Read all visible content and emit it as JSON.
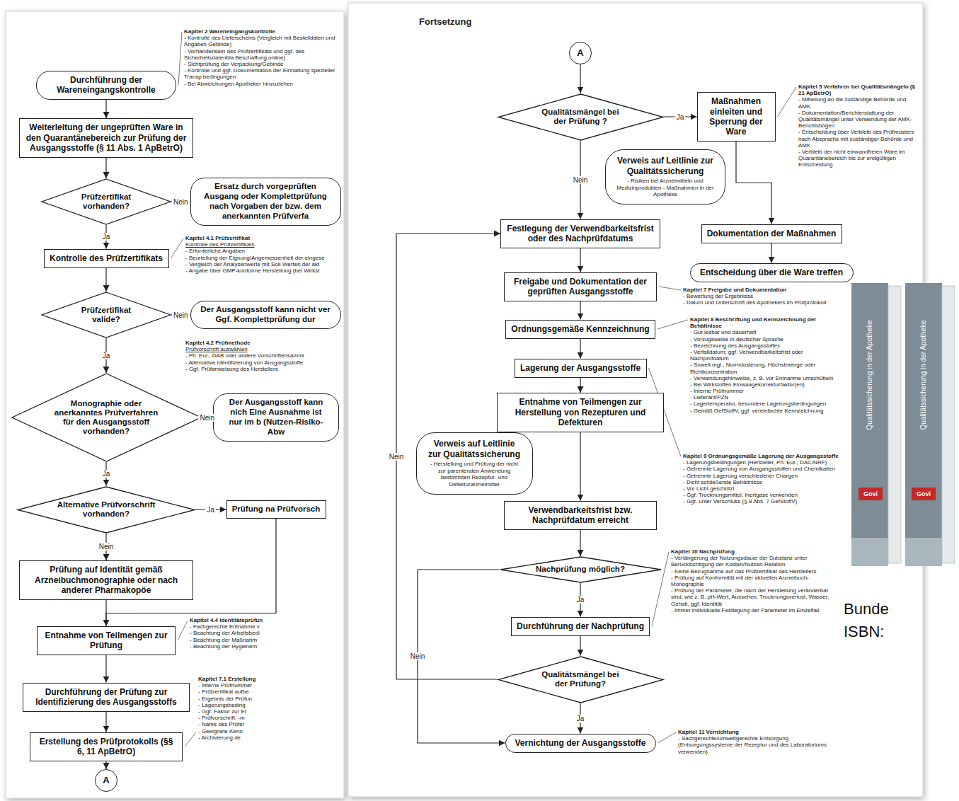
{
  "diagram": {
    "nodes": [
      {
        "text": [
          "Durchführung der Wareneingangskontrolle"
        ]
      },
      {
        "text": [
          "Weiterleitung der ungeprüften Ware in den Quarantänebereich zur Prüfung der Ausgangsstoffe (§ 11 Abs. 1 ApBetrO)"
        ]
      },
      {
        "text": [
          "Prüfzertifikat vorhanden?"
        ]
      },
      {
        "text": [
          "Ersatz durch vorgeprüften Ausgang oder Komplettprüfung nach Vorgaben der bzw. dem anerkannten Prüfverfa"
        ]
      },
      {
        "text": [
          "Kontrolle des Prüfzertifikats"
        ]
      },
      {
        "text": [
          "Prüfzertifikat valide?"
        ]
      },
      {
        "text": [
          "Der Ausgangsstoff kann nicht ver Ggf. Komplettprüfung dur"
        ]
      },
      {
        "text": [
          "Monographie oder anerkanntes Prüfverfahren für den Ausgangsstoff vorhanden?"
        ]
      },
      {
        "text": [
          "Der Ausgangsstoff kann nich Eine Ausnahme ist nur im b (Nutzen-Risiko-Abw"
        ]
      },
      {
        "text": [
          "Alternative Prüfvorschrift vorhanden?"
        ]
      },
      {
        "text": [
          "Prüfung na Prüfvorsch"
        ]
      },
      {
        "text": [
          "Prüfung auf Identität gemäß Arzneibuchmonographie oder nach anderer Pharmakopöe"
        ]
      },
      {
        "text": [
          "Entnahme von Teilmengen zur Prüfung"
        ]
      },
      {
        "text": [
          "Durchführung der Prüfung zur Identifizierung des Ausgangsstoffs"
        ]
      },
      {
        "text": [
          "Erstellung des Prüfprotokolls (§§ 6, 11 ApBetrO)"
        ]
      },
      {
        "text": [
          "A"
        ]
      },
      {
        "text": [
          "A"
        ]
      },
      {
        "text": [
          "Qualitätsmängel bei der Prüfung ?"
        ]
      },
      {
        "text": [
          "Maßnahmen einleiten und Sperrung der Ware"
        ]
      },
      {
        "text": [
          "Verweis auf Leitlinie zur Qualitätssicherung",
          "- Risiken bei Arzneimitteln und Medizinprodukten - Maßnahmen in der Apotheke"
        ]
      },
      {
        "text": [
          "Dokumentation der Maßnahmen"
        ]
      },
      {
        "text": [
          "Entscheidung über die Ware treffen"
        ]
      },
      {
        "text": [
          "Festlegung der Verwendbarkeitsfrist oder des Nachprüfdatums"
        ]
      },
      {
        "text": [
          "Freigabe und Dokumentation der geprüften Ausgangsstoffe"
        ]
      },
      {
        "text": [
          "Ordnungsgemäße Kennzeichnung"
        ]
      },
      {
        "text": [
          "Lagerung der Ausgangsstoffe"
        ]
      },
      {
        "text": [
          "Entnahme von Teilmengen zur Herstellung von Rezepturen und Defekturen"
        ]
      },
      {
        "text": [
          "Verweis auf Leitlinie zur Qualitätssicherung",
          "- Herstellung und Prüfung der nicht zur parenteralen Anwendung bestimmten Rezeptur- und Defekturarzneimittel"
        ]
      },
      {
        "text": [
          "Verwendbarkeitsfrist bzw. Nachprüfdatum erreicht"
        ]
      },
      {
        "text": [
          "Nachprüfung möglich?"
        ]
      },
      {
        "text": [
          "Durchführung der Nachprüfung"
        ]
      },
      {
        "text": [
          "Qualitätsmängel bei der Prüfung?"
        ]
      },
      {
        "text": [
          "Vernichtung der Ausgangsstoffe"
        ]
      }
    ],
    "edges": [
      {
        "from": 0,
        "to": 1,
        "arrow": "to"
      },
      {
        "from": 1,
        "to": 2,
        "arrow": "to"
      },
      {
        "from": 2,
        "to": 3,
        "label": "Nein",
        "arrow": "to"
      },
      {
        "from": 2,
        "to": 4,
        "label": "Ja",
        "arrow": "to"
      },
      {
        "from": 4,
        "to": 5,
        "arrow": "to"
      },
      {
        "from": 5,
        "to": 6,
        "label": "Nein",
        "arrow": "to"
      },
      {
        "from": 5,
        "to": 7,
        "label": "Ja",
        "arrow": "to"
      },
      {
        "from": 7,
        "to": 8,
        "label": "Nein",
        "arrow": "to"
      },
      {
        "from": 7,
        "to": 9,
        "label": "Ja",
        "arrow": "to"
      },
      {
        "from": 9,
        "to": 10,
        "label": "Ja",
        "arrow": "to"
      },
      {
        "from": 9,
        "to": 11,
        "label": "Nein",
        "arrow": "to"
      },
      {
        "from": 11,
        "to": 12,
        "arrow": "to"
      },
      {
        "from": 10,
        "to": 12,
        "arrow": "to"
      },
      {
        "from": 12,
        "to": 13,
        "arrow": "to"
      },
      {
        "from": 13,
        "to": 14,
        "arrow": "to"
      },
      {
        "from": 14,
        "to": 15,
        "arrow": "to"
      },
      {
        "from": 16,
        "to": 17,
        "arrow": "to"
      },
      {
        "from": 17,
        "to": 18,
        "label": "Ja",
        "arrow": "to"
      },
      {
        "from": 18,
        "to": 20,
        "arrow": "to"
      },
      {
        "from": 20,
        "to": 21,
        "arrow": "to"
      },
      {
        "from": 17,
        "to": 22,
        "label": "Nein",
        "arrow": "to"
      },
      {
        "from": 22,
        "to": 23,
        "arrow": "to"
      },
      {
        "from": 23,
        "to": 24,
        "arrow": "to"
      },
      {
        "from": 24,
        "to": 25,
        "arrow": "to"
      },
      {
        "from": 25,
        "to": 26,
        "arrow": "to"
      },
      {
        "from": 26,
        "to": 28,
        "arrow": "to"
      },
      {
        "from": 28,
        "to": 29,
        "arrow": "to"
      },
      {
        "from": 29,
        "to": 30,
        "label": "Ja",
        "arrow": "to"
      },
      {
        "from": 30,
        "to": 31,
        "arrow": "to"
      },
      {
        "from": 31,
        "to": 32,
        "label": "Ja",
        "arrow": "to"
      },
      {
        "from": 29,
        "to": 32,
        "label": "Nein",
        "arrow": "to"
      },
      {
        "from": 31,
        "to": 22,
        "label": "Nein",
        "arrow": "to"
      }
    ],
    "labels": [
      "Kapitel 2 Wareneingangskontrolle",
      "- Kontrolle des Lieferscheins (Vergleich mit Bestelldaten und Angaben Gebinde)",
      "- Vorhandensein des Prüfzertifikats und ggf. des Sicherheitsdatenbla Beschaffung online)",
      "- Sichtprüfung der Verpackung/Gebinde",
      "- Kontrolle und ggf. Dokumentation der Einhaltung spezieller Transp bedingungen",
      "- Bei Abweichungen Apotheker hinzuziehen",
      "Kapitel 4.1 Prüfzertifikat",
      "Kontrolle des Prüfzertifikats",
      "- Erforderliche Angaben",
      "- Beurteilung der Eignung/Angemessenheit der eingese",
      "- Vergleich der Analysenwerte mit Soll-Werten der akt",
      "- Angabe über GMP-konforme Herstellung (bei Wirkst",
      "Kapitel 4.2 Prüfmethode",
      "Prüfvorschrift auswählen",
      "- Ph. Eur., DAB oder andere Vorschriftensamml",
      "- Alternative Identifizierung von Ausgangsstoffe",
      "- Ggf. Prüfanweisung des Herstellers",
      "Kapitel 4.4 Identitätsprüfun",
      "- Fachgerechte Entnahme v",
      "- Beachtung der Arbeitsbedi",
      "- Beachtung der Maßnahm",
      "- Beachtung der Hygienem",
      "Kapitel 7.1 Erstellung",
      "- Interne Prüfnummer",
      "- Prüfzertifikat aufbe",
      "- Ergebnis der Prüfun",
      "- Lagerungsbeding",
      "- Ggf. Faktor zur Er",
      "- Prüfvorschrift, -m",
      "- Name des Prüfer",
      "- Geeignete Kenn",
      "- Archivierung de",
      "Fortsetzung",
      "Kapitel 5 Verfahren bei Qualitätsmängeln (§ 21 ApBetrO)",
      "- Mitteilung an die zuständige Behörde und AMK",
      "- Dokumentation/Berichterstattung der Qualitätsmängel unter Verwendung der AMK-Berichtsbögen",
      "- Entscheidung über Verbleib des Prüfmusters nach Absprache mit zuständiger Behörde und AMK",
      "- Verbleib der nicht einwandfreien Ware im Quarantänebereich bis zur endgültigen Entscheidung",
      "Kapitel 7 Freigabe und Dokumentation",
      "- Bewertung der Ergebnisse",
      "- Datum und Unterschrift des Apothekers im Prüfprotokoll",
      "Kapitel 8 Beschriftung und Kennzeichnung der Behältnisse",
      "- Gut lesbar und dauerhaft",
      "- Vorzugsweise in deutscher Sprache",
      "- Bezeichnung des Ausgangsstoffes",
      "- Verfalldatum, ggf. Verwendbarkeitsfrist oder Nachprüfdatum",
      "- Soweit mgl., Normdosierung, Höchstmenge oder Richtkonzentration",
      "- Verwendungshinweise, z. B. vor Entnahme umschütteln",
      "- Bei Wirkstoffen Einwaagekorrekturfaktor(en)",
      "- Interne Prüfnummer",
      "- Lieferant/PZN",
      "- Lagertemperatur, besondere Lagerungsbedingungen",
      "- Gemäß GefStoffV, ggf. vereinfachte Kennzeichnung",
      "Kapitel 9 Ordnungsgemäße Lagerung der Ausgangsstoffe",
      "- Lagerungsbedingungen (Hersteller, Ph. Eur., DAC/NRF)",
      "- Getrennte Lagerung von Ausgangsstoffen und Chemikalien",
      "- Getrennte Lagerung verschiedener Chargen",
      "- Dicht schließende Behältnisse",
      "- Vor Licht geschützt",
      "- Ggf. Trocknungsmittel, Inertgase verwenden",
      "- Ggf. unter Verschluss (§ 8 Abs. 7 GefStoffV)",
      "Kapitel 10 Nachprüfung",
      "- Verlängerung der Nutzungsdauer der Substanz unter Berücksichtigung der Kosten/Nutzen-Relation",
      "- Keine Bezugnahme auf das Prüfzertifikat des Herstellers",
      "- Prüfung auf Konformität mit der aktuellen Arzneibuch-Monographie",
      "- Prüfung der Parameter, die nach der Herstellung veränderbar sind, wie z. B. pH-Wert, Aussehen, Trocknungsverlust, Wasser, Gehalt, ggf. Identität",
      "- Immer individuelle Festlegung der Parameter im Einzelfall",
      "Kapitel 11 Vernichtung",
      "- Sachgerechte/umweltgerechte Entsorgung (Entsorgungssysteme der Rezeptur und des Laboratoriums verwenden)",
      "Qualitätssicherung in der Apotheke",
      "Qualitätssicherung in der Apotheke",
      "Govi",
      "Govi",
      "Bunde",
      "ISBN:"
    ]
  }
}
